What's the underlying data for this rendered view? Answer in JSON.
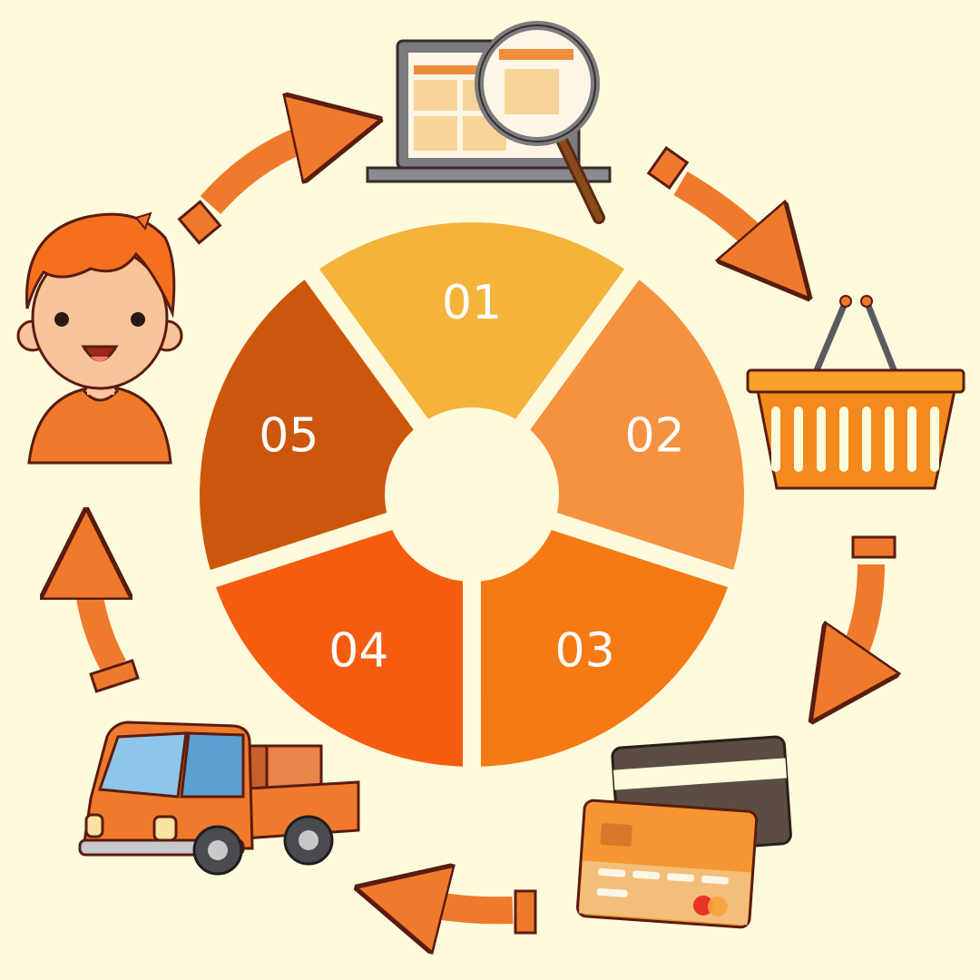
{
  "background": "#fdfbdc",
  "outline": "#5a1c10",
  "arrow_color": "#f07a2c",
  "cycle": {
    "segments": [
      {
        "label": "01",
        "color": "#f4b43b"
      },
      {
        "label": "02",
        "color": "#f6923f"
      },
      {
        "label": "03",
        "color": "#f57a14"
      },
      {
        "label": "04",
        "color": "#f65c10"
      },
      {
        "label": "05",
        "color": "#cc560c"
      }
    ]
  },
  "steps": [
    {
      "icon": "laptop-search-icon"
    },
    {
      "icon": "shopping-basket-icon"
    },
    {
      "icon": "credit-card-icon"
    },
    {
      "icon": "delivery-truck-icon"
    },
    {
      "icon": "customer-icon"
    }
  ]
}
